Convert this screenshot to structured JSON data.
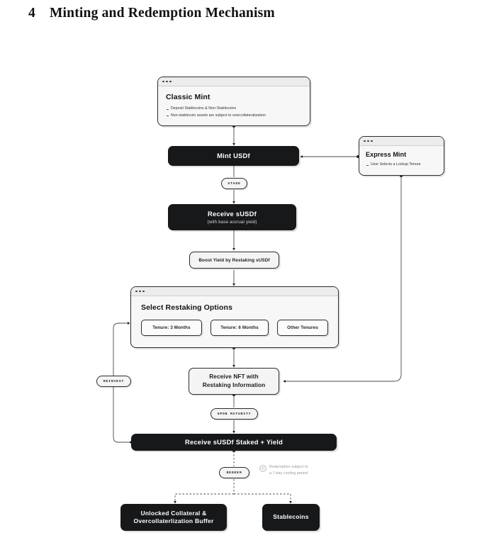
{
  "document": {
    "section_number": "4",
    "section_title": "Minting and Redemption Mechanism"
  },
  "diagram": {
    "type": "flowchart",
    "title": "Minting and Redemption Mechanism",
    "nodes": {
      "classic_mint": {
        "kind": "window-card",
        "title": "Classic Mint",
        "bullets": [
          "Deposit Stablecoins & Non-Stablecoins",
          "Non-stablecoin assets are subject to overcollateralization"
        ]
      },
      "express_mint": {
        "kind": "window-card",
        "title": "Express Mint",
        "bullets": [
          "User Selects a Lockup Tenure"
        ]
      },
      "mint_usdf": {
        "kind": "dark",
        "label": "Mint USDf"
      },
      "receive_susdf": {
        "kind": "dark",
        "label": "Receive sUSDf",
        "sublabel": "(with base accrual yield)"
      },
      "boost_yield": {
        "kind": "light",
        "label": "Boost Yield by Restaking sUSDf"
      },
      "select_restaking": {
        "kind": "window-card",
        "title": "Select Restaking Options",
        "options": [
          "Tenure: 3 Months",
          "Tenure: 6 Months",
          "Other Tenures"
        ]
      },
      "receive_nft": {
        "kind": "light",
        "label_line1": "Receive NFT with",
        "label_line2": "Restaking Information"
      },
      "receive_staked_yield": {
        "kind": "dark",
        "label": "Receive sUSDf Staked + Yield"
      },
      "unlocked_collateral": {
        "kind": "dark",
        "label_line1": "Unlocked Collateral &",
        "label_line2": "Overcollaterlization Buffer"
      },
      "stablecoins": {
        "kind": "dark",
        "label": "Stablecoins"
      }
    },
    "edge_labels": {
      "stake": "STAKE",
      "reinvest": "REINVEST",
      "upon_maturity": "UPON MATURITY",
      "redeem": "REDEEM"
    },
    "annotations": {
      "redemption_note_line1": "Redemption subject to",
      "redemption_note_line2": "a 7-day cooling period"
    },
    "colors": {
      "dark_node": "#17181a",
      "light_node": "#f4f4f4",
      "card_body": "#f7f7f7",
      "card_bar": "#ececec",
      "stroke": "#2b2b2b",
      "note_text": "#9a9a9a",
      "page_background": "#ffffff"
    }
  }
}
